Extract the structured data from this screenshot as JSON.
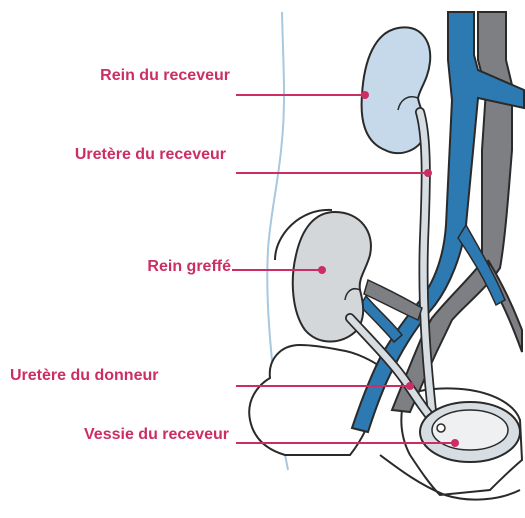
{
  "labels": {
    "recipient_kidney": "Rein du receveur",
    "recipient_ureter": "Uretère du receveur",
    "graft_kidney": "Rein greffé",
    "donor_ureter": "Uretère du donneur",
    "recipient_bladder": "Vessie du receveur"
  },
  "colors": {
    "label_text": "#cc2e63",
    "leader_line": "#cc2e63",
    "pointer_dot": "#cc2e63",
    "recipient_kidney_fill": "#c5d9ea",
    "graft_kidney_fill": "#d4d7da",
    "vein": "#2d79b2",
    "artery": "#7d7f83",
    "ureter": "#d6dde3",
    "bone_fill": "#ffffff",
    "body_outline": "#a8c8e0",
    "outline": "#2a2a2a"
  }
}
